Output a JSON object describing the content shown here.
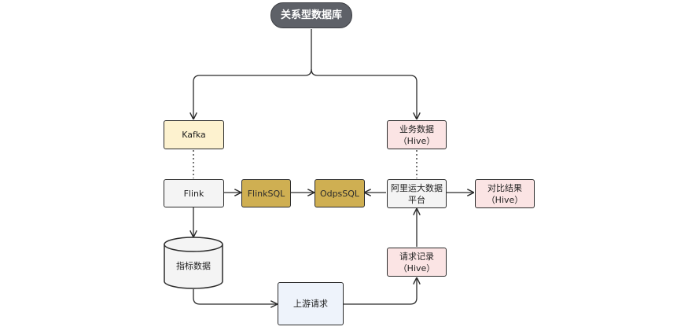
{
  "nodes": {
    "source_db": "关系型数据库",
    "kafka": "Kafka",
    "business_data": {
      "line1": "业务数据",
      "line2": "（Hive）"
    },
    "flink": "Flink",
    "flinksql": "FlinkSQL",
    "odpssql": "OdpsSQL",
    "aliyun_platform": {
      "line1": "阿里运大数据",
      "line2": "平台"
    },
    "compare_result": {
      "line1": "对比结果",
      "line2": "（Hive）"
    },
    "metric_data": "指标数据",
    "request_log": {
      "line1": "请求记录",
      "line2": "（Hive）"
    },
    "upstream_request": "上游请求"
  },
  "colors": {
    "pill": "#5e6168",
    "yellow": "#fdf2cf",
    "pink": "#fbe4e4",
    "gray": "#f4f4f4",
    "gold": "#cfaf52",
    "blue": "#eef3fb",
    "line": "#2b2b2b"
  }
}
